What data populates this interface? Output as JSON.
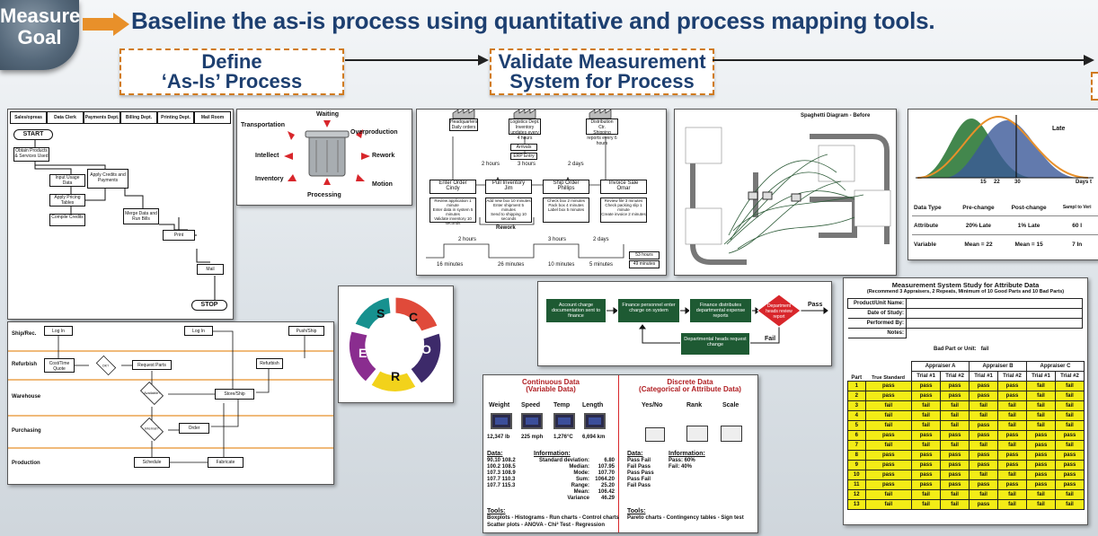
{
  "header": {
    "badge_line1": "Measure",
    "badge_line2": "Goal",
    "title": "Baseline the as-is process using quantitative and process mapping tools."
  },
  "steps": {
    "define_line1": "Define",
    "define_line2": "‘As-Is’ Process",
    "validate_line1": "Validate Measurement",
    "validate_line2": "System for Process"
  },
  "swimlane": {
    "columns": [
      "Sales/opreas",
      "Data Clerk",
      "Payments Dept.",
      "Billing Dept.",
      "Printing Dept.",
      "Mail Room"
    ],
    "start": "START",
    "stop": "STOP",
    "boxes": [
      "Obtain Products & Services Used",
      "Input Usage Data",
      "Apply Pricing Tables",
      "Compile Credits",
      "Apply Credits and Payments",
      "Merge Data and Run Bills",
      "Print",
      "Mail"
    ]
  },
  "waste": {
    "items": [
      "Waiting",
      "Overproduction",
      "Rework",
      "Motion",
      "Processing",
      "Inventory",
      "Intellect",
      "Transportation"
    ]
  },
  "vsm": {
    "suppliers": [
      "Headquarters",
      "Logistics Dept.",
      "Distribution Ctr."
    ],
    "supplier_notes": [
      "Daily orders",
      "Inventory updates every 4 hours",
      "Shipping reports every 6 hours"
    ],
    "arrivals": "Arrivals",
    "erp": "ERP Entry",
    "waits": [
      "2 hours",
      "3 hours",
      "2 days"
    ],
    "processes": [
      "Enter Order",
      "Pull Inventory",
      "Ship Order",
      "Invoice Sale"
    ],
    "people": [
      "Cindy",
      "Jim",
      "Phillips",
      "Omar"
    ],
    "tasks": [
      "Review application 1 minute",
      "Enter data in system 5 minutes",
      "Validate inventory 10 seconds",
      "Add new box 10 minutes",
      "Enter shipment 5 minutes",
      "Send to shipping 10 seconds",
      "Check box 2 minutes",
      "Pack box 4 minutes",
      "Label box 5 minutes",
      "Review file 3 minutes",
      "Check packing slip 1 minute",
      "Create invoice 2 minutes"
    ],
    "rework": "Rework",
    "timeline_top": [
      "2 hours",
      "3 hours",
      "2 days"
    ],
    "timeline_bottom": [
      "16 minutes",
      "26 minutes",
      "10 minutes",
      "5 minutes"
    ],
    "totals": [
      "53 hours",
      "49 minutes"
    ]
  },
  "spaghetti": {
    "title": "Spaghetti Diagram - Before"
  },
  "dist": {
    "late": "Late",
    "ticks": [
      "15",
      "22",
      "30"
    ],
    "axis": "Days t",
    "table_headers": [
      "Data Type",
      "Pre-change",
      "Post-change",
      "Sampl to Veri"
    ],
    "rows": [
      [
        "Attribute",
        "20% Late",
        "1% Late",
        "60 I"
      ],
      [
        "Variable",
        "Mean = 22",
        "Mean = 15",
        "7 In"
      ]
    ]
  },
  "score": {
    "letters": [
      "S",
      "C",
      "O",
      "R",
      "E"
    ]
  },
  "finance": {
    "nodes": [
      "Account charge documentation sent to finance",
      "Finance personnel enter charge on system",
      "Finance distributes departmental expense reports",
      "Department heads review report",
      "Departmental heads request change"
    ],
    "pass": "Pass",
    "fail": "Fail"
  },
  "lanes": {
    "rows": [
      "Ship/Rec.",
      "Refurbish",
      "Warehouse",
      "Purchasing",
      "Production"
    ],
    "boxes": [
      "Log In",
      "Cost/Time Quote",
      "OK?",
      "Request Parts",
      "Available?",
      "Log In",
      "Store/Ship",
      "Refurbish",
      "Push/Ship",
      "Internal?",
      "Order",
      "Schedule",
      "Fabricate"
    ]
  },
  "datatypes": {
    "cont_title1": "Continuous Data",
    "cont_title2": "(Variable Data)",
    "disc_title1": "Discrete Data",
    "disc_title2": "(Categorical or Attribute Data)",
    "measures": [
      "Weight",
      "Speed",
      "Temp",
      "Length"
    ],
    "readings": [
      "12,347 lb",
      "225 mph",
      "1,276°C",
      "6,694 km"
    ],
    "disc_cols": [
      "Yes/No",
      "Rank",
      "Scale"
    ],
    "data_label": "Data:",
    "info_label": "Information:",
    "cont_data": [
      "90.10  108.2",
      "100.2  108.5",
      "107.3  108.9",
      "107.7  110.3",
      "107.7  115.3"
    ],
    "stats_labels": [
      "Standard deviation:",
      "Median:",
      "Mode:",
      "Sum:",
      "Range:",
      "Mean:",
      "Variance"
    ],
    "stats_values": [
      "6.80",
      "107.95",
      "107.70",
      "1064.20",
      "25.20",
      "106.42",
      "46.29"
    ],
    "disc_data": [
      "Pass  Fail",
      "Fail  Pass",
      "Pass  Pass",
      "Pass  Fail",
      "Fail  Pass"
    ],
    "disc_info": [
      "Pass:  60%",
      "Fail:  40%"
    ],
    "tools_label": "Tools:",
    "cont_tools1": "Boxplots - Histograms - Run charts - Control charts",
    "cont_tools2": "Scatter plots - ANOVA - Chi² Test - Regression",
    "disc_tools": "Pareto charts - Contingency tables - Sign test"
  },
  "msa": {
    "title": "Measurement System Study for Attribute Data",
    "subtitle": "(Recommend 3 Appraisers, 2 Repeats, Minimum of 10 Good Parts and 10 Bad Parts)",
    "fields": [
      "Product/Unit Name:",
      "Date of Study:",
      "Performed By:",
      "Notes:"
    ],
    "bad_part": "Bad Part or Unit:",
    "bad_val": "fail",
    "appraisers": [
      "Appraiser A",
      "Appraiser B",
      "Appraiser C"
    ],
    "col_part": "Part",
    "col_true": "True Standard",
    "trial1": "Trial #1",
    "trial2": "Trial #2",
    "rows": [
      [
        "1",
        "pass",
        "pass",
        "pass",
        "pass",
        "pass",
        "fail",
        "fail"
      ],
      [
        "2",
        "pass",
        "pass",
        "pass",
        "pass",
        "pass",
        "fail",
        "fail"
      ],
      [
        "3",
        "fail",
        "fail",
        "fail",
        "fail",
        "fail",
        "fail",
        "fail"
      ],
      [
        "4",
        "fail",
        "fail",
        "fail",
        "fail",
        "fail",
        "fail",
        "fail"
      ],
      [
        "5",
        "fail",
        "fail",
        "fail",
        "pass",
        "fail",
        "fail",
        "fail"
      ],
      [
        "6",
        "pass",
        "pass",
        "pass",
        "pass",
        "pass",
        "pass",
        "pass"
      ],
      [
        "7",
        "fail",
        "fail",
        "fail",
        "fail",
        "fail",
        "pass",
        "fail"
      ],
      [
        "8",
        "pass",
        "pass",
        "pass",
        "pass",
        "pass",
        "pass",
        "pass"
      ],
      [
        "9",
        "pass",
        "pass",
        "pass",
        "pass",
        "pass",
        "pass",
        "pass"
      ],
      [
        "10",
        "pass",
        "pass",
        "pass",
        "fail",
        "fail",
        "pass",
        "pass"
      ],
      [
        "11",
        "pass",
        "pass",
        "pass",
        "pass",
        "pass",
        "pass",
        "pass"
      ],
      [
        "12",
        "fail",
        "fail",
        "fail",
        "fail",
        "fail",
        "fail",
        "fail"
      ],
      [
        "13",
        "fail",
        "fail",
        "fail",
        "pass",
        "fail",
        "fail",
        "fail"
      ]
    ]
  },
  "colors": {
    "title_blue": "#1d3f70",
    "accent_orange": "#e8902a",
    "finance_green": "#1e5a33",
    "decision_red": "#d8262b",
    "yellow": "#f3ec16"
  }
}
